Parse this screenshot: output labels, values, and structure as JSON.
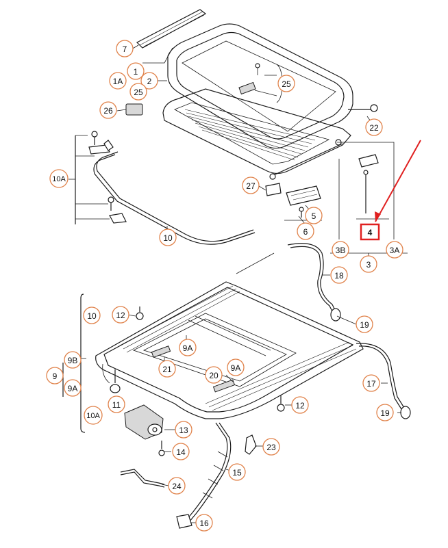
{
  "callouts": [
    {
      "id": "c7",
      "label": "7"
    },
    {
      "id": "c1",
      "label": "1"
    },
    {
      "id": "c2",
      "label": "2"
    },
    {
      "id": "c1a",
      "label": "1A"
    },
    {
      "id": "c25a",
      "label": "25"
    },
    {
      "id": "c25b",
      "label": "25"
    },
    {
      "id": "c26",
      "label": "26"
    },
    {
      "id": "c22",
      "label": "22"
    },
    {
      "id": "c10a_top",
      "label": "10A"
    },
    {
      "id": "c27",
      "label": "27"
    },
    {
      "id": "c5",
      "label": "5"
    },
    {
      "id": "c6",
      "label": "6"
    },
    {
      "id": "c4",
      "label": "4"
    },
    {
      "id": "c3b",
      "label": "3B"
    },
    {
      "id": "c3a",
      "label": "3A"
    },
    {
      "id": "c3",
      "label": "3"
    },
    {
      "id": "c10_top",
      "label": "10"
    },
    {
      "id": "c18",
      "label": "18"
    },
    {
      "id": "c19a",
      "label": "19"
    },
    {
      "id": "c10",
      "label": "10"
    },
    {
      "id": "c12a",
      "label": "12"
    },
    {
      "id": "c9a_top",
      "label": "9A"
    },
    {
      "id": "c9b",
      "label": "9B"
    },
    {
      "id": "c21",
      "label": "21"
    },
    {
      "id": "c9",
      "label": "9"
    },
    {
      "id": "c9a",
      "label": "9A"
    },
    {
      "id": "c20",
      "label": "20"
    },
    {
      "id": "c9a_mid",
      "label": "9A"
    },
    {
      "id": "c17",
      "label": "17"
    },
    {
      "id": "c11",
      "label": "11"
    },
    {
      "id": "c12b",
      "label": "12"
    },
    {
      "id": "c19b",
      "label": "19"
    },
    {
      "id": "c10a",
      "label": "10A"
    },
    {
      "id": "c13",
      "label": "13"
    },
    {
      "id": "c23",
      "label": "23"
    },
    {
      "id": "c14",
      "label": "14"
    },
    {
      "id": "c15",
      "label": "15"
    },
    {
      "id": "c24",
      "label": "24"
    },
    {
      "id": "c16",
      "label": "16"
    }
  ],
  "highlight": {
    "label": "4",
    "color": "#e02020"
  },
  "accent": "#e0824a"
}
